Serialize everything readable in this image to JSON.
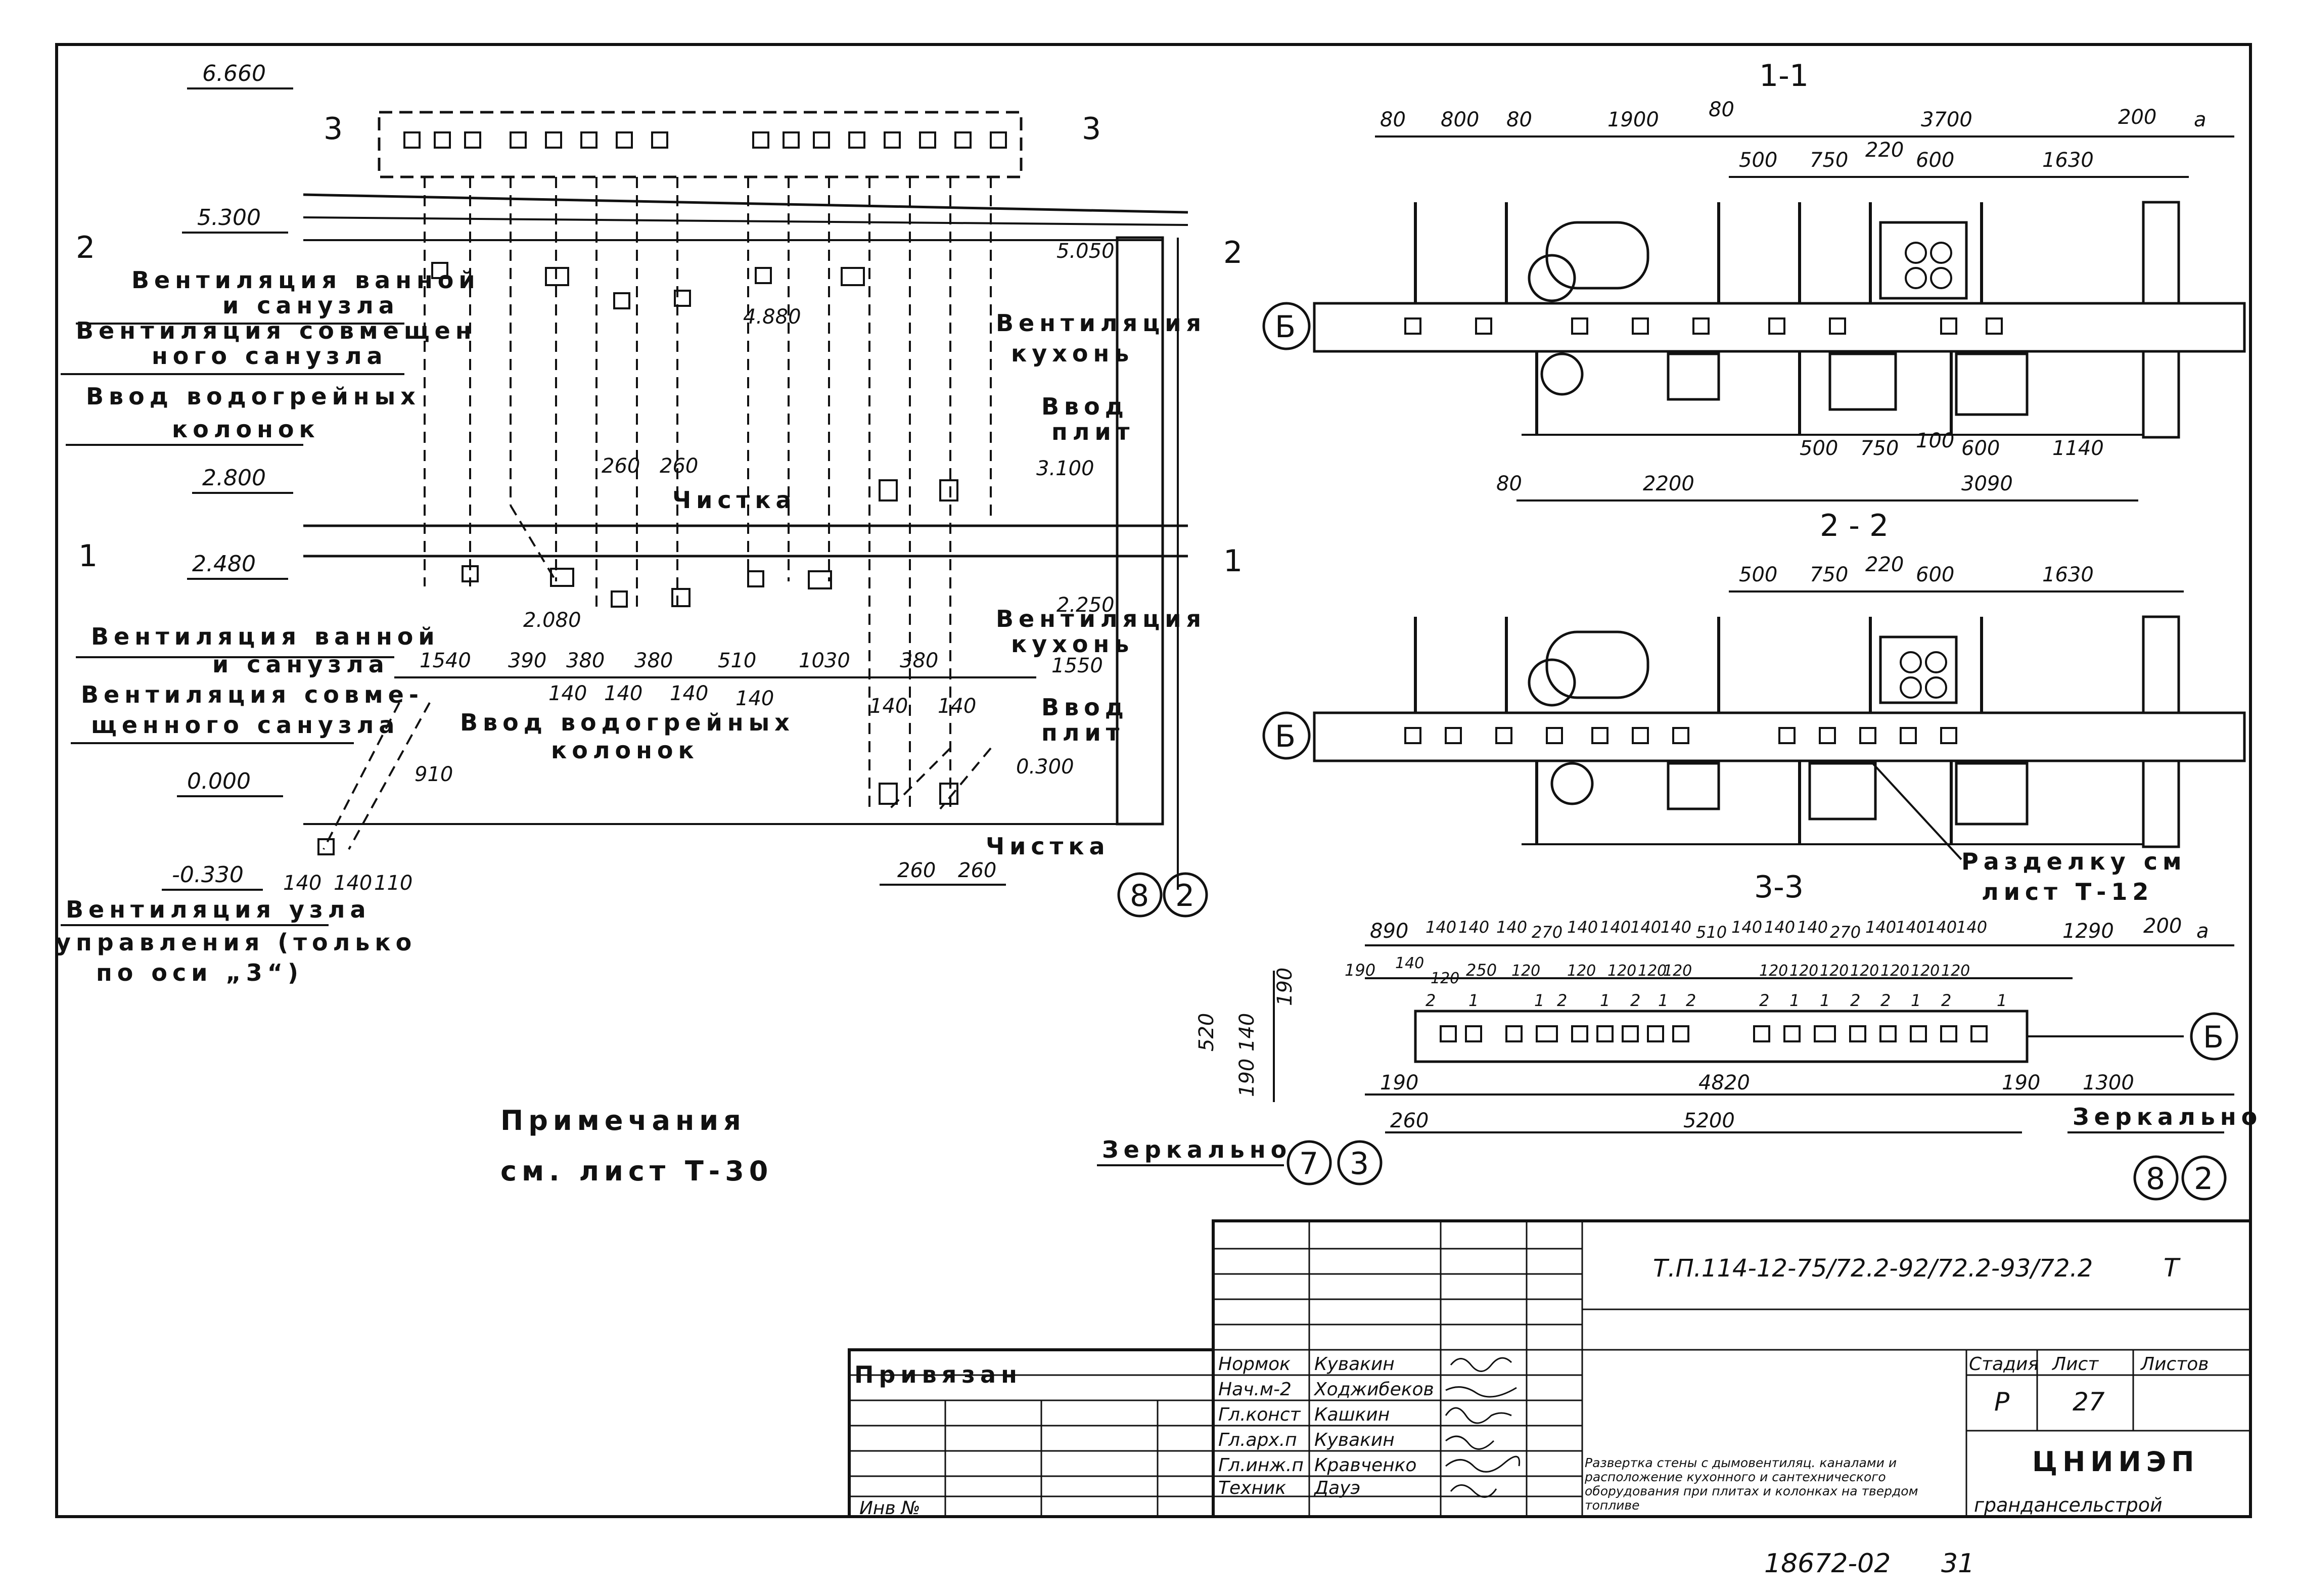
{
  "elevation": {
    "levels": [
      "6.660",
      "5.300",
      "2.800",
      "2.480",
      "0.000",
      "-0.330"
    ],
    "right_levels": [
      "5.050",
      "4.880",
      "3.100",
      "2.250",
      "2.080",
      "0.300"
    ],
    "section_marks": [
      "3",
      "3",
      "2",
      "2",
      "1",
      "1"
    ],
    "labels": [
      "Вентиляция ванной",
      "и санузла",
      "Вентиляция совмещен",
      "ного санузла",
      "Ввод водогрейных",
      "колонок",
      "Вентиляция",
      "кухонь",
      "Ввод",
      "плит",
      "Чистка",
      "Вентиляция ванной",
      "и санузла",
      "Вентиляция совме-",
      "щенного санузла",
      "Ввод водогрейных",
      "колонок",
      "Вентиляция",
      "кухонь",
      "Ввод",
      "плит",
      "Чистка",
      "Вентиляция узла",
      "управления (только",
      "по оси „3“)"
    ],
    "dims": [
      "260",
      "260",
      "1540",
      "390",
      "380",
      "380",
      "510",
      "1030",
      "380",
      "140",
      "140",
      "140",
      "140",
      "140",
      "140",
      "1550",
      "910",
      "140",
      "140",
      "110",
      "260",
      "260"
    ],
    "axes": [
      "8",
      "2"
    ]
  },
  "notes": {
    "line1": "Примечания",
    "line2": "см. лист Т-30"
  },
  "section_1_1": {
    "title": "1-1",
    "top_dims": [
      "80",
      "800",
      "80",
      "1900",
      "80",
      "3700",
      "200",
      "a"
    ],
    "mid_dims": [
      "500",
      "750",
      "220",
      "600",
      "1630"
    ],
    "bot_dims": [
      "80",
      "2200",
      "500",
      "750",
      "100",
      "600",
      "1140",
      "3090"
    ],
    "axis": "Б"
  },
  "section_2_2": {
    "title": "2 - 2",
    "top_dims": [
      "500",
      "750",
      "220",
      "600",
      "1630"
    ],
    "axis": "Б",
    "ref1": "Разделку см",
    "ref2": "лист Т-12"
  },
  "section_3_3": {
    "title": "3-3",
    "dims_top": [
      "890",
      "140",
      "140",
      "140",
      "270",
      "140",
      "140",
      "140",
      "140",
      "510",
      "140",
      "140",
      "140",
      "270",
      "140",
      "140",
      "140",
      "140",
      "1290",
      "200",
      "a"
    ],
    "dims_mid": [
      "190",
      "140",
      "120",
      "250",
      "120",
      "120",
      "120",
      "120",
      "120",
      "120",
      "120",
      "120",
      "120",
      "120",
      "120",
      "120"
    ],
    "type_marks": [
      "2",
      "1",
      "1",
      "2",
      "1",
      "2",
      "1",
      "2",
      "2",
      "1",
      "1",
      "2",
      "2",
      "1",
      "2",
      "1"
    ],
    "left_dims": [
      "520",
      "140",
      "190",
      "190"
    ],
    "bot_dims": [
      "190",
      "4820",
      "190",
      "1300",
      "260",
      "5200"
    ],
    "mirror_left": "Зеркально",
    "mirror_right": "Зеркально",
    "axis": "Б",
    "axes_left": [
      "7",
      "3"
    ],
    "axes_right": [
      "8",
      "2"
    ]
  },
  "title_block": {
    "code": "Т.П.114-12-75/72.2-92/72.2-93/72.2",
    "sheet_mark": "Т",
    "privyazan": "Привязан",
    "inv": "Инв №",
    "roles": [
      "Нормок",
      "Нач.м-2",
      "Гл.конст",
      "Гл.арх.п",
      "Гл.инж.п",
      "Техник"
    ],
    "names": [
      "Кувакин",
      "Ходжибеков",
      "Кашкин",
      "Кувакин",
      "Кравченко",
      "Дауэ"
    ],
    "description": "Развертка стены с дымовентиляц. каналами и расположение кухонного и сантехнического оборудования при плитах и колонках на твердом топливе",
    "stage_h": "Стадия",
    "sheet_h": "Лист",
    "sheets_h": "Листов",
    "stage": "Р",
    "sheet": "27",
    "sheets": "",
    "org1": "ЦНИИЭП",
    "org2": "грандансельстрой"
  },
  "footer": {
    "number": "18672-02",
    "page": "31"
  }
}
